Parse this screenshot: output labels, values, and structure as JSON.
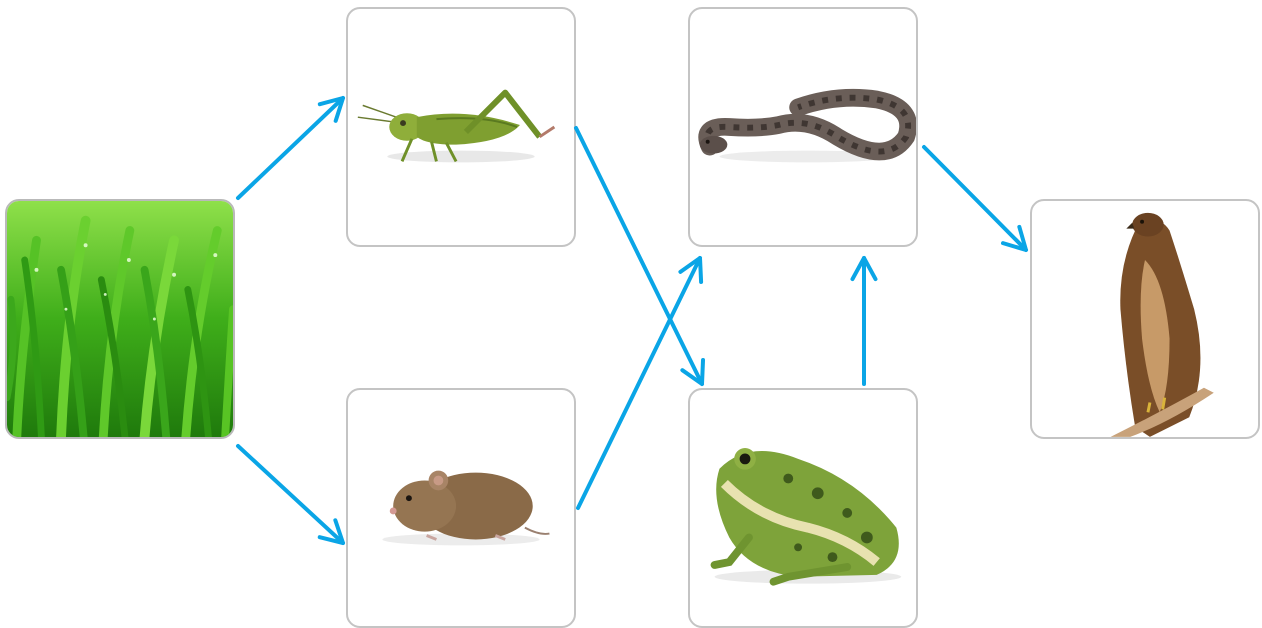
{
  "organisms": [
    {
      "id": "grass",
      "name": "grass"
    },
    {
      "id": "grasshopper",
      "name": "grasshopper"
    },
    {
      "id": "mouse",
      "name": "mouse"
    },
    {
      "id": "snake",
      "name": "snake"
    },
    {
      "id": "frog",
      "name": "frog"
    },
    {
      "id": "hawk",
      "name": "hawk"
    }
  ],
  "links": [
    {
      "from": "grass",
      "to": "grasshopper"
    },
    {
      "from": "grass",
      "to": "mouse"
    },
    {
      "from": "grasshopper",
      "to": "frog"
    },
    {
      "from": "mouse",
      "to": "snake"
    },
    {
      "from": "frog",
      "to": "snake"
    },
    {
      "from": "snake",
      "to": "hawk"
    }
  ],
  "colors": {
    "arrow": "#0aa5e6",
    "card_border": "#c4c4c4"
  }
}
